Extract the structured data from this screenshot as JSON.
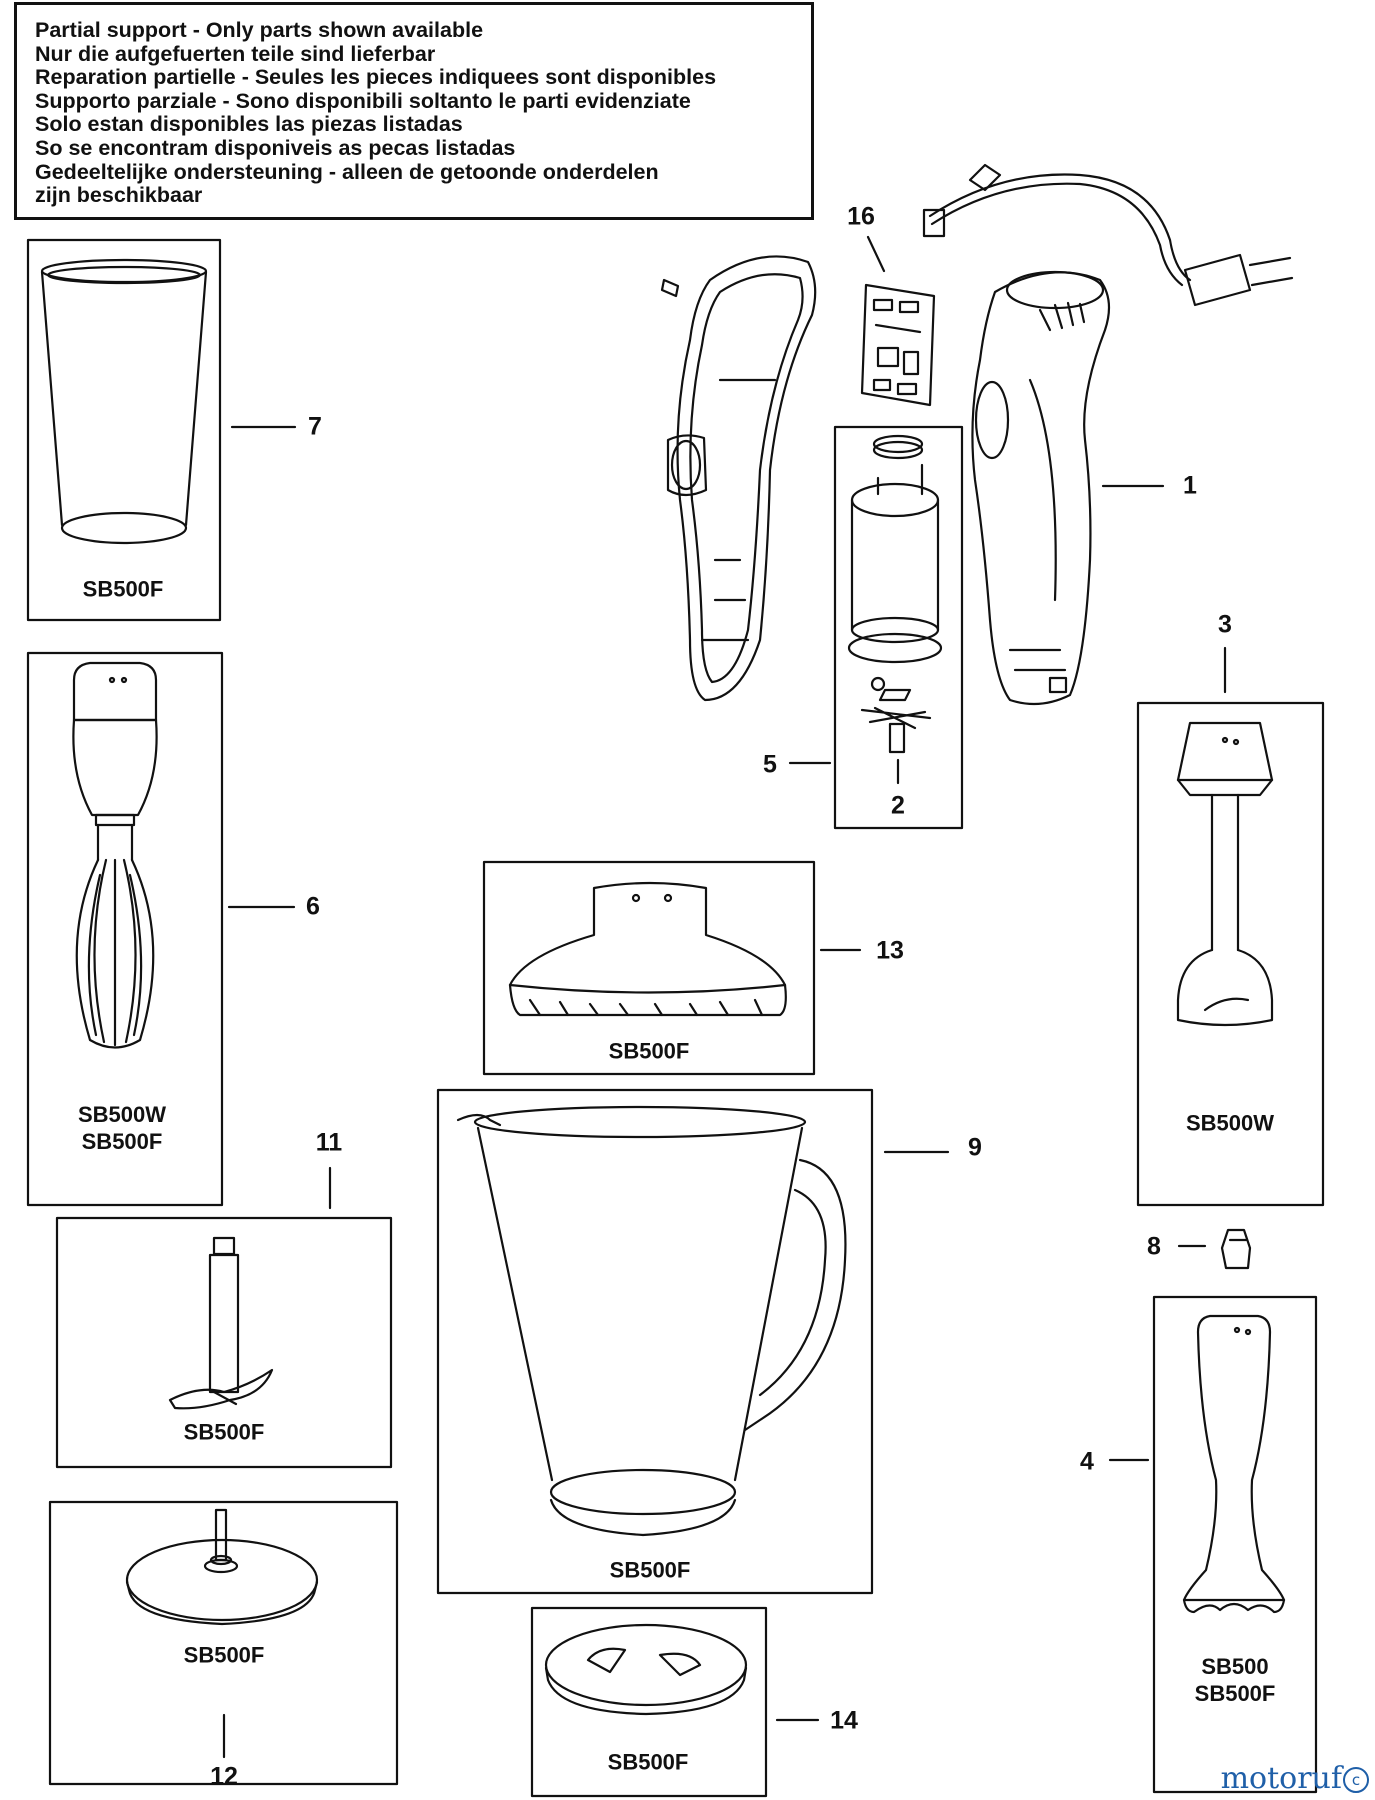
{
  "notice": {
    "lines": [
      "Partial support - Only parts shown available",
      "Nur die aufgefuerten teile sind lieferbar",
      "Reparation partielle - Seules les pieces indiquees sont disponibles",
      "Supporto parziale - Sono disponibili soltanto le parti evidenziate",
      "Solo estan disponibles las piezas listadas",
      "So se encontram disponiveis as pecas listadas",
      "Gedeeltelijke ondersteuning - alleen de getoonde onderdelen",
      "zijn beschikbaar"
    ]
  },
  "parts": {
    "p1": "1",
    "p2": "2",
    "p3": "3",
    "p4": "4",
    "p5": "5",
    "p6": "6",
    "p7": "7",
    "p8": "8",
    "p9": "9",
    "p11": "11",
    "p12": "12",
    "p13": "13",
    "p14": "14",
    "p16": "16"
  },
  "models": {
    "beaker": "SB500F",
    "whisk_a": "SB500W",
    "whisk_b": "SB500F",
    "lid": "SB500F",
    "stick": "SB500W",
    "chopper": "SB500F",
    "pitcher": "SB500F",
    "disc": "SB500F",
    "base": "SB500F",
    "shaft_a": "SB500",
    "shaft_b": "SB500F"
  },
  "watermark": {
    "text": "motoruf",
    "mark": "c"
  },
  "colors": {
    "line": "#111111",
    "watermark": "#1f5fa8"
  }
}
